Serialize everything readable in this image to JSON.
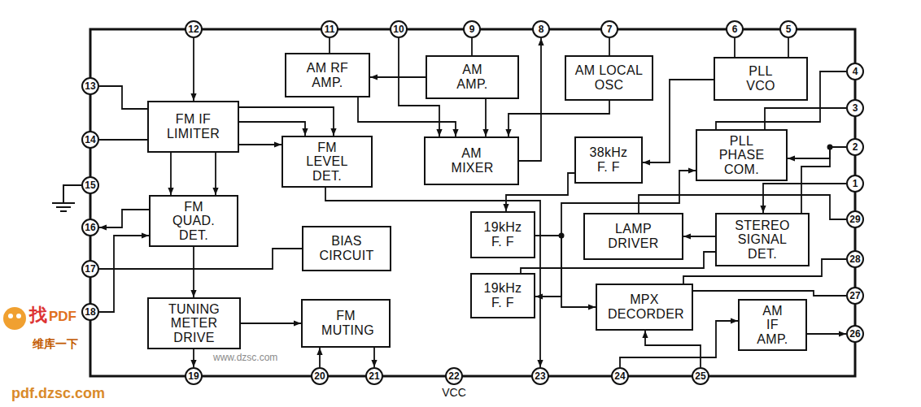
{
  "diagram": {
    "nodes": [
      {
        "text": [
          "AM RF AMP."
        ]
      },
      {
        "text": [
          "AM AMP."
        ]
      },
      {
        "text": [
          "AM LOCAL OSC"
        ]
      },
      {
        "text": [
          "PLL VCO"
        ]
      },
      {
        "text": [
          "FM IF LIMITER"
        ]
      },
      {
        "text": [
          "FM LEVEL DET."
        ]
      },
      {
        "text": [
          "AM MIXER"
        ]
      },
      {
        "text": [
          "38kHz F. F"
        ]
      },
      {
        "text": [
          "PLL PHASE COM."
        ]
      },
      {
        "text": [
          "FM QUAD. DET."
        ]
      },
      {
        "text": [
          "BIAS CIRCUIT"
        ]
      },
      {
        "text": [
          "19kHz F. F"
        ]
      },
      {
        "text": [
          "LAMP DRIVER"
        ]
      },
      {
        "text": [
          "STEREO SIGNAL DET."
        ]
      },
      {
        "text": [
          "19kHz F. F"
        ]
      },
      {
        "text": [
          "MPX DECORDER"
        ]
      },
      {
        "text": [
          "TUNING METER DRIVE"
        ]
      },
      {
        "text": [
          "FM MUTING"
        ]
      },
      {
        "text": [
          "AM IF AMP."
        ]
      },
      {
        "text": [
          "1"
        ]
      },
      {
        "text": [
          "2"
        ]
      },
      {
        "text": [
          "3"
        ]
      },
      {
        "text": [
          "4"
        ]
      },
      {
        "text": [
          "5"
        ]
      },
      {
        "text": [
          "6"
        ]
      },
      {
        "text": [
          "7"
        ]
      },
      {
        "text": [
          "8"
        ]
      },
      {
        "text": [
          "9"
        ]
      },
      {
        "text": [
          "10"
        ]
      },
      {
        "text": [
          "11"
        ]
      },
      {
        "text": [
          "12"
        ]
      },
      {
        "text": [
          "13"
        ]
      },
      {
        "text": [
          "14"
        ]
      },
      {
        "text": [
          "15"
        ]
      },
      {
        "text": [
          "16"
        ]
      },
      {
        "text": [
          "17"
        ]
      },
      {
        "text": [
          "18"
        ]
      },
      {
        "text": [
          "19"
        ]
      },
      {
        "text": [
          "20"
        ]
      },
      {
        "text": [
          "21"
        ]
      },
      {
        "text": [
          "22"
        ]
      },
      {
        "text": [
          "23"
        ]
      },
      {
        "text": [
          "24"
        ]
      },
      {
        "text": [
          "25"
        ]
      },
      {
        "text": [
          "26"
        ]
      },
      {
        "text": [
          "27"
        ]
      },
      {
        "text": [
          "28"
        ]
      },
      {
        "text": [
          "29"
        ]
      }
    ],
    "edges": [
      {
        "from": 30,
        "to": 4,
        "arrow": "to"
      },
      {
        "from": 29,
        "to": 0,
        "arrow": "none"
      },
      {
        "from": 1,
        "to": 0,
        "arrow": "to"
      },
      {
        "from": 27,
        "to": 1,
        "arrow": "none"
      },
      {
        "from": 28,
        "to": 6,
        "arrow": "to"
      },
      {
        "from": 0,
        "to": 6,
        "arrow": "to"
      },
      {
        "from": 1,
        "to": 6,
        "arrow": "to"
      },
      {
        "from": 25,
        "to": 2,
        "arrow": "none"
      },
      {
        "from": 2,
        "to": 6,
        "arrow": "to"
      },
      {
        "from": 6,
        "to": 26,
        "arrow": "to"
      },
      {
        "from": 24,
        "to": 3,
        "arrow": "none"
      },
      {
        "from": 23,
        "to": 3,
        "arrow": "none"
      },
      {
        "from": 3,
        "to": 7,
        "arrow": "to"
      },
      {
        "from": 4,
        "to": 5,
        "arrow": "to"
      },
      {
        "from": 4,
        "to": 5,
        "arrow": "to"
      },
      {
        "from": 4,
        "to": 5,
        "arrow": "to"
      },
      {
        "from": 31,
        "to": 4,
        "arrow": "none"
      },
      {
        "from": 32,
        "to": 4,
        "arrow": "none"
      },
      {
        "from": 4,
        "to": 9,
        "arrow": "to"
      },
      {
        "from": 4,
        "to": 9,
        "arrow": "to"
      },
      {
        "from": 9,
        "to": 34,
        "arrow": "to"
      },
      {
        "from": 36,
        "to": 9,
        "arrow": "to"
      },
      {
        "from": 35,
        "to": 10,
        "arrow": "none"
      },
      {
        "from": 9,
        "to": 16,
        "arrow": "to"
      },
      {
        "from": 16,
        "to": 37,
        "arrow": "to"
      },
      {
        "from": 16,
        "to": 17,
        "arrow": "to"
      },
      {
        "from": 38,
        "to": 17,
        "arrow": "to"
      },
      {
        "from": 17,
        "to": 39,
        "arrow": "to"
      },
      {
        "from": 5,
        "to": 41,
        "arrow": "to"
      },
      {
        "from": 7,
        "to": 11,
        "arrow": "to"
      },
      {
        "from": 11,
        "to": 8,
        "arrow": "to"
      },
      {
        "from": 11,
        "to": 14,
        "arrow": "to"
      },
      {
        "from": 11,
        "to": 15,
        "arrow": "to"
      },
      {
        "from": 14,
        "to": 13,
        "arrow": "none"
      },
      {
        "from": 13,
        "to": 12,
        "arrow": "to"
      },
      {
        "from": 12,
        "to": 47,
        "arrow": "none"
      },
      {
        "from": 19,
        "to": 13,
        "arrow": "to"
      },
      {
        "from": 8,
        "to": 21,
        "arrow": "none"
      },
      {
        "from": 8,
        "to": 22,
        "arrow": "none"
      },
      {
        "from": 20,
        "to": 8,
        "arrow": "to"
      },
      {
        "from": 20,
        "to": 13,
        "arrow": "none"
      },
      {
        "from": 15,
        "to": 46,
        "arrow": "none"
      },
      {
        "from": 15,
        "to": 45,
        "arrow": "none"
      },
      {
        "from": 18,
        "to": 44,
        "arrow": "to"
      },
      {
        "from": 42,
        "to": 18,
        "arrow": "to"
      },
      {
        "from": 43,
        "to": 15,
        "arrow": "to"
      }
    ],
    "labels": [
      "VCC",
      "找",
      "PDF",
      "维库一下",
      "pdf.dzsc.com",
      "www.dzsc.com"
    ]
  }
}
